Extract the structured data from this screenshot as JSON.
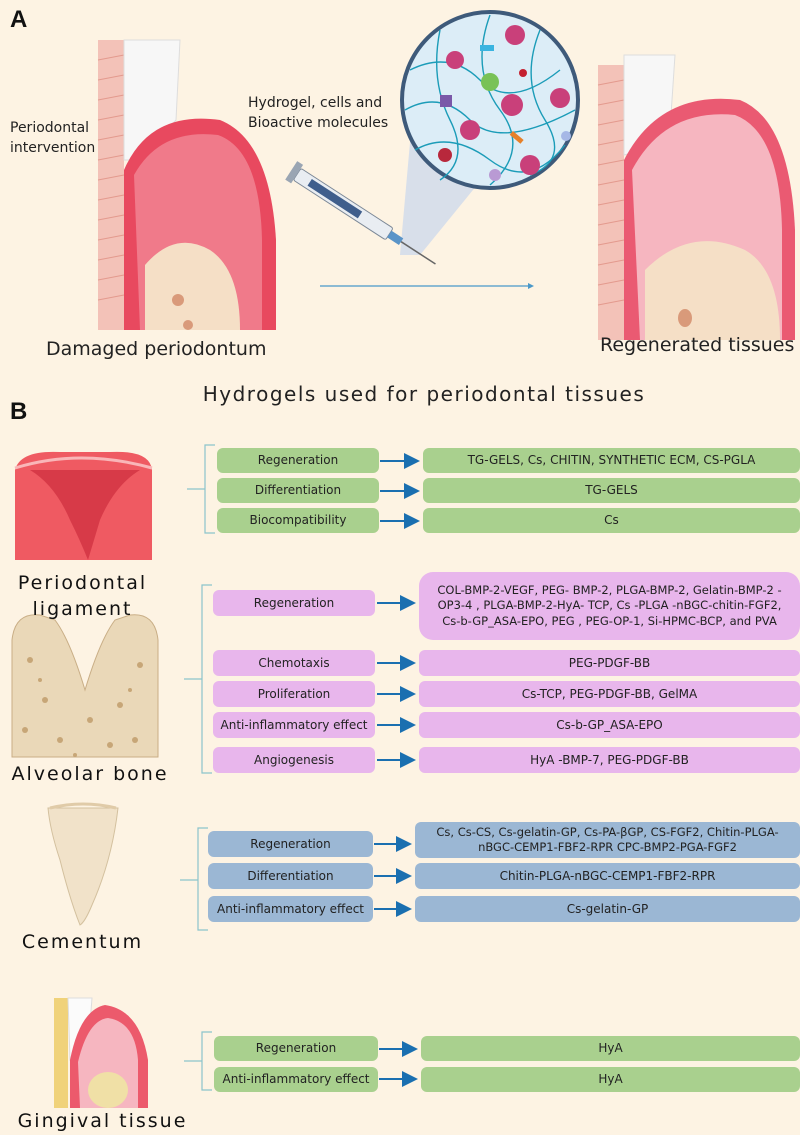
{
  "panel_a": {
    "letter": "A",
    "left_label": "Periodontal\nintervention",
    "injection_label": "Hydrogel, cells and\nBioactive molecules",
    "damaged_caption": "Damaged periodontum",
    "regenerated_caption": "Regenerated tissues"
  },
  "panel_b": {
    "letter": "B",
    "title": "Hydrogels used for periodontal tissues",
    "sections": [
      {
        "name": "Periodontal\nligament",
        "rows": [
          {
            "property": "Regeneration",
            "hydrogels": "TG-GELS, Cs, CHITIN, SYNTHETIC ECM, CS-PGLA"
          },
          {
            "property": "Differentiation",
            "hydrogels": "TG-GELS"
          },
          {
            "property": "Biocompatibility",
            "hydrogels": "Cs"
          }
        ]
      },
      {
        "name": "Alveolar bone",
        "rows": [
          {
            "property": "Regeneration",
            "hydrogels": "COL-BMP-2-VEGF, PEG- BMP-2, PLGA-BMP-2, Gelatin-BMP-2 -OP3-4 , PLGA-BMP-2-HyA- TCP, Cs -PLGA -nBGC-chitin-FGF2, Cs-b-GP_ASA-EPO, PEG , PEG-OP-1, Si-HPMC-BCP, and  PVA"
          },
          {
            "property": "Chemotaxis",
            "hydrogels": "PEG-PDGF-BB"
          },
          {
            "property": "Proliferation",
            "hydrogels": "Cs-TCP, PEG-PDGF-BB, GelMA"
          },
          {
            "property": "Anti-inflammatory effect",
            "hydrogels": "Cs-b-GP_ASA-EPO"
          },
          {
            "property": "Angiogenesis",
            "hydrogels": "HyA -BMP-7, PEG-PDGF-BB"
          }
        ]
      },
      {
        "name": "Cementum",
        "rows": [
          {
            "property": "Regeneration",
            "hydrogels": "Cs, Cs-CS, Cs-gelatin-GP, Cs-PA-βGP, CS-FGF2, Chitin-PLGA-nBGC-CEMP1-FBF2-RPR CPC-BMP2-PGA-FGF2"
          },
          {
            "property": "Differentiation",
            "hydrogels": "Chitin-PLGA-nBGC-CEMP1-FBF2-RPR"
          },
          {
            "property": "Anti-inflammatory effect",
            "hydrogels": "Cs-gelatin-GP"
          }
        ]
      },
      {
        "name": "Gingival tissue",
        "rows": [
          {
            "property": "Regeneration",
            "hydrogels": "HyA"
          },
          {
            "property": "Anti-inflammatory effect",
            "hydrogels": "HyA"
          }
        ]
      }
    ]
  },
  "colors": {
    "background": "#fdf3e3",
    "green_box": "#a9d08e",
    "pink_box": "#e8b6ec",
    "blue_box": "#9bb7d4",
    "arrow": "#1a6fb0",
    "bracket": "#8cc4cc"
  }
}
